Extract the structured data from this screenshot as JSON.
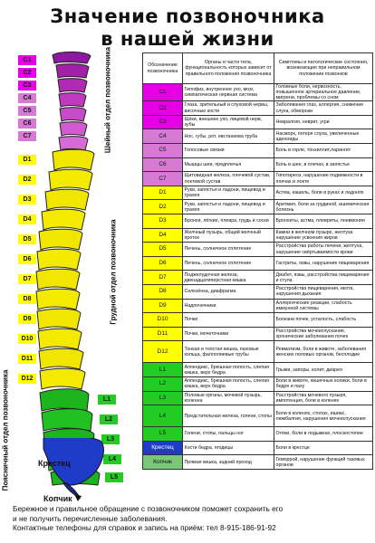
{
  "title_line1": "Значение  позвоночника",
  "title_line2": "в нашей жизни",
  "regions": {
    "cervical": "Шейный отдел позвоночника",
    "thoracic": "Грудной отдел позвоночника",
    "lumbar": "Поясничный отдел позвоночника",
    "sacrum": "Крестец",
    "coccyx": "Копчик"
  },
  "spine_tabs": {
    "cervical": [
      "C1",
      "C2",
      "C3",
      "C4",
      "C5",
      "C6",
      "C7"
    ],
    "thoracic": [
      "D1",
      "D2",
      "D3",
      "D4",
      "D5",
      "D6",
      "D7",
      "D8",
      "D9",
      "D10",
      "D11",
      "D12"
    ],
    "lumbar": [
      "L1",
      "L2",
      "L3",
      "L4",
      "L5"
    ]
  },
  "table": {
    "headers": [
      "Обозначение позвоночника",
      "Органы и части тела, функциональность которых зависит от правильного положения позвоночника",
      "Симптомы и патологические состояния, возникающие при неправильном положении позвонков"
    ],
    "rows": [
      {
        "seg": "C1",
        "organs": "Гипофиз, внутреннее ухо, мозг, симпатическая нервная система",
        "symptoms": "Головные боли, нервозность, повышенное артериальное давление, мигрени, проблемы со сном"
      },
      {
        "seg": "C2",
        "organs": "Глаза, зрительный и слуховой нервы, височные кости",
        "symptoms": "Заболевания глаз, аллергия, снижение слуха, обмороки"
      },
      {
        "seg": "C3",
        "organs": "Щёки, внешнее ухо, лицевой нерв, зубы",
        "symptoms": "Невралгия, неврит, угри"
      },
      {
        "seg": "C4",
        "organs": "Нос, губы, рот, евстахиева труба",
        "symptoms": "Насморк, потеря слуха, увеличенные аденоиды"
      },
      {
        "seg": "C5",
        "organs": "Голосовые связки",
        "symptoms": "Боль в горле, тонзиллит,ларингит"
      },
      {
        "seg": "C6",
        "organs": "Мышцы шеи, предплечья",
        "symptoms": "Боль в шее, в плечах, в запястье"
      },
      {
        "seg": "C7",
        "organs": "Щитовидная железа, плечевой сустав, локтевой сустав",
        "symptoms": "Гипотиреоз, нарушение подвижности в плечах и локте"
      },
      {
        "seg": "D1",
        "organs": "Руки, запястья и ладони, пищевод и трахея",
        "symptoms": "Астма, кашель, боли в руках и ладонях"
      },
      {
        "seg": "D2",
        "organs": "Руки, запястья и ладони, пищевод и трахея",
        "symptoms": "Аритмия, боли за грудиной, ишемическая болезнь"
      },
      {
        "seg": "D3",
        "organs": "Бронхи, лёгкие, плевра, грудь и соски",
        "symptoms": "Бронхиты, астма, плевриты, пневмония"
      },
      {
        "seg": "D4",
        "organs": "Желчный пузырь, общий желчный проток",
        "symptoms": "Камни в желчном пузыре, желтуха нарушение усвоения жиров"
      },
      {
        "seg": "D5",
        "organs": "Печень, солнечное сплетение",
        "symptoms": "Расстройства работы печени, желтуха, нарушение свёртываемости крови"
      },
      {
        "seg": "D6",
        "organs": "Печень, солнечное сплетение",
        "symptoms": "Гастриты, язвы, нарушение пищеварения"
      },
      {
        "seg": "D7",
        "organs": "Поджелудочная железа, двенадцатиперстная кишка",
        "symptoms": "Диабет, язвы, расстройства пищеварения и стула"
      },
      {
        "seg": "D8",
        "organs": "Селезёнка, диафрагма",
        "symptoms": "Расстройства пищеварения, икота, нарушения дыхания"
      },
      {
        "seg": "D9",
        "organs": "Надпочечники",
        "symptoms": "Аллергические реакции, слабость иммунной системы"
      },
      {
        "seg": "D10",
        "organs": "Почки",
        "symptoms": "Болезни почек, усталость, слабость"
      },
      {
        "seg": "D11",
        "organs": "Почки, мочеточники",
        "symptoms": "Расстройства мочеиспускания, хронические заболевания почек"
      },
      {
        "seg": "D12",
        "organs": "Тонкая и толстая кишка, паховые кольца, фаллопиевые трубы",
        "symptoms": "Ревматизм, боли в животе, заболевания женских половых органов, бесплодие"
      },
      {
        "seg": "L1",
        "organs": "Аппендикс, брюшная полость, слепая кишка, верх бедра",
        "symptoms": "Грыжи, запоры, колит, диарея"
      },
      {
        "seg": "L2",
        "organs": "Аппендикс, брюшная полость, слепая кишка, верх бедра",
        "symptoms": "Боли в животе, кишечные колики, боли в бедре и паху"
      },
      {
        "seg": "L3",
        "organs": "Половые органы, мочевой пузырь, коленна",
        "symptoms": "Расстройства мочевого пузыря, импотенция, боли в коленях"
      },
      {
        "seg": "L4",
        "organs": "Предстательная железа, голени, стопы",
        "symptoms": "Боли в коленях, стопах, ишиас, люмбалгия, нарушения мочеиспускания"
      },
      {
        "seg": "L5",
        "organs": "Голени, стопы, пальцы ног",
        "symptoms": "Отёки, боли в лодыжках, плоскостопие"
      },
      {
        "seg": "Крестец",
        "organs": "Кости бедра, ягодицы",
        "symptoms": "Боли в крестце"
      },
      {
        "seg": "Копчик",
        "organs": "Прямая кишка, задний проход",
        "symptoms": "Геморрой, нарушение функций тазовых органов"
      }
    ]
  },
  "footer": {
    "line1": "Бережное и правильное обращение с позвоночником поможет сохранить его",
    "line2": "и не получить перечисленные заболевания.",
    "line3": "Контактные телефоны для справок и запись на   приём: тел  8-915-186-91-92"
  },
  "colors": {
    "cervical": "#e600e6",
    "c4_c7": "#d67ad6",
    "thoracic": "#ffff00",
    "lumbar": "#22cc22",
    "sacrum": "#1e3cc8",
    "coccyx": "#78c878"
  }
}
